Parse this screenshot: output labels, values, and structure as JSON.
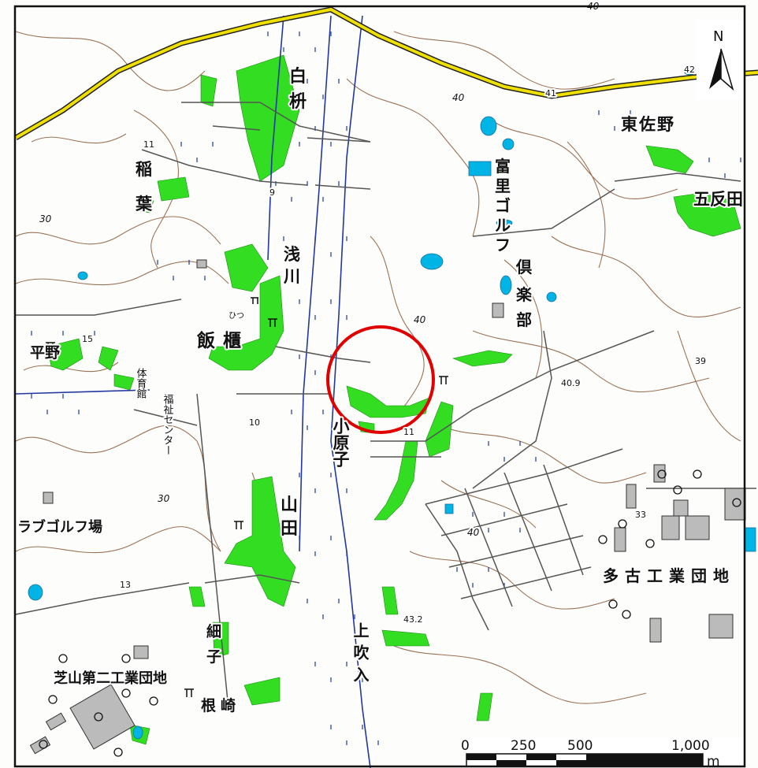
{
  "north_arrow": {
    "label": "N"
  },
  "places": {
    "shiromasu": "白枡",
    "higashi_sano": "東佐野",
    "gotanda": "五反田",
    "inaba": "稲葉",
    "tomisato_golf": "富里ゴルフ倶楽部",
    "asakawa": "浅川",
    "hirano": "平野",
    "iitsubo": "飯櫃",
    "iitsubo_ruby": "ひつ",
    "taiikukan": "体育館",
    "fukushi_center": "福祉センター",
    "ohara": "小原子",
    "yamada": "山田",
    "club_golf": "ラブゴルフ場",
    "tako_industrial": "多古工業団地",
    "hosogo": "細子",
    "shibayama_industrial": "芝山第二工業団地",
    "kamifukiire": "上吹入",
    "nezaki": "根崎"
  },
  "elevations": {
    "e42": "42",
    "e41": "41",
    "e40a": "40",
    "e40b": "40",
    "e40c": "40",
    "e40d": "40",
    "e30a": "30",
    "e30b": "30",
    "e11": "11",
    "e9": "9",
    "e15": "15",
    "e10": "10",
    "e13": "13",
    "e39": "39",
    "e409": "40.9",
    "e432": "43.2",
    "e33": "33",
    "e11b": "11"
  },
  "scale_bar": {
    "ticks": [
      "0",
      "250",
      "500",
      "1,000"
    ],
    "unit": "m"
  },
  "colors": {
    "forest": "#33dd22",
    "contour": "#8a5a3a",
    "road_major": "#f0e000",
    "water": "#00b4e6",
    "river": "#2238a0",
    "highlight": "#e00000"
  }
}
